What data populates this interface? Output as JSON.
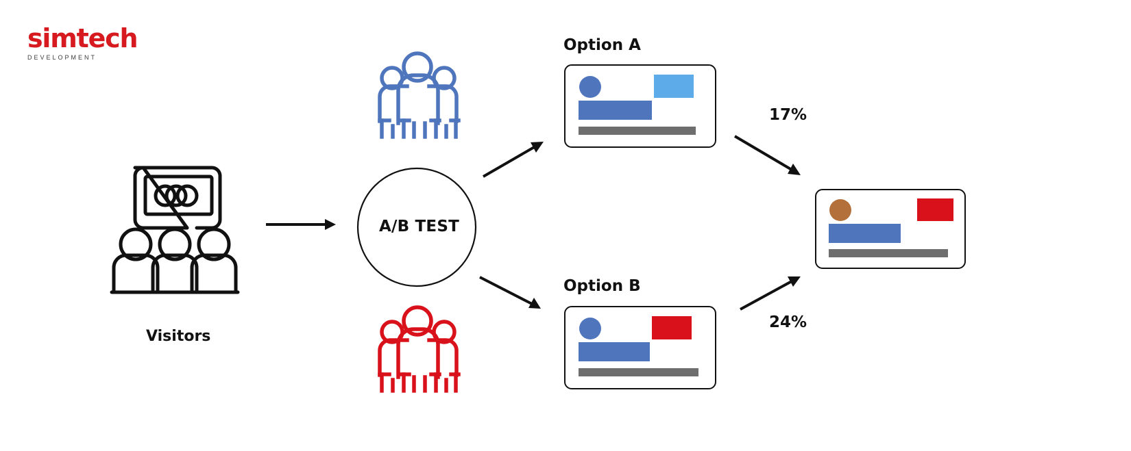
{
  "brand": {
    "name": "simtech",
    "tagline": "DEVELOPMENT",
    "color": "#d61a1f",
    "tagline_color": "#3d3d3d"
  },
  "diagram": {
    "type": "ab-test-flow",
    "source": {
      "label": "Visitors",
      "icon": "visitors-screen-audience-icon"
    },
    "splitter": {
      "label": "A/B TEST",
      "shape": "circle"
    },
    "branches": [
      {
        "id": "a",
        "label": "Option A",
        "audience_icon": "crowd-icon-blue",
        "audience_color": "#4f76bd",
        "conversion": "17%",
        "card": {
          "avatar_color": "#4f76bd",
          "accent_color": "#5dabe8",
          "bar_color": "#4f76bd",
          "footer_color": "#6e6e6e"
        }
      },
      {
        "id": "b",
        "label": "Option B",
        "audience_icon": "crowd-icon-red",
        "audience_color": "#d8111a",
        "conversion": "24%",
        "card": {
          "avatar_color": "#4f76bd",
          "accent_color": "#d8111a",
          "bar_color": "#4f76bd",
          "footer_color": "#6e6e6e"
        }
      }
    ],
    "result": {
      "card": {
        "avatar_color": "#b3703a",
        "accent_color": "#d8111a",
        "bar_color": "#4f76bd",
        "footer_color": "#6e6e6e"
      }
    },
    "arrows": [
      {
        "name": "visitors-to-abtest"
      },
      {
        "name": "abtest-to-option-a"
      },
      {
        "name": "abtest-to-option-b"
      },
      {
        "name": "option-a-to-result"
      },
      {
        "name": "option-b-to-result"
      }
    ],
    "stroke_color": "#111111",
    "background": "#ffffff"
  }
}
